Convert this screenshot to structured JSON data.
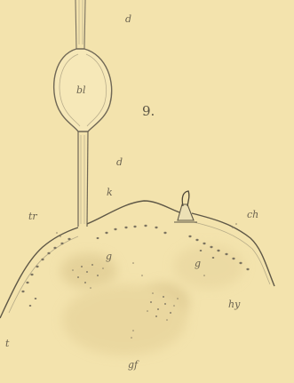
{
  "figure": {
    "number": "9.",
    "labels": {
      "d_top": "d",
      "bl": "bl",
      "d_mid": "d",
      "k": "k",
      "tr": "tr",
      "ch": "ch",
      "g_left": "g",
      "g_right": "g",
      "hy": "hy",
      "t": "t",
      "gf": "gf"
    }
  }
}
